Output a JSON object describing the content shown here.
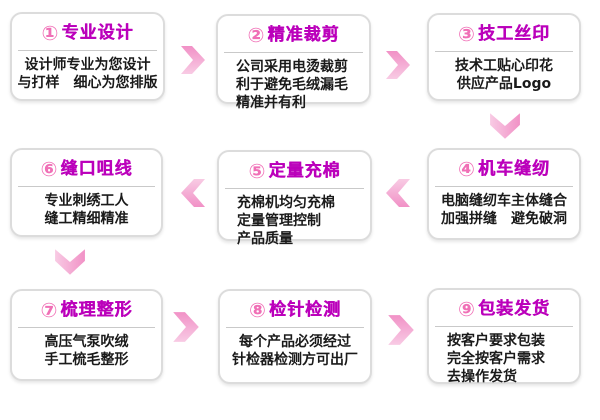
{
  "diagram_title": "production-process-flow",
  "steps": [
    {
      "num": "①",
      "title": "专业设计",
      "lines": [
        "设计师专业为您设计",
        "与打样　细心为您排版"
      ]
    },
    {
      "num": "②",
      "title": "精准裁剪",
      "lines": [
        "公司采用电烫裁剪",
        "利于避免毛绒漏毛",
        "精准并有利"
      ]
    },
    {
      "num": "③",
      "title": "技工丝印",
      "lines": [
        "技术工贴心印花",
        "供应产品Logo"
      ]
    },
    {
      "num": "④",
      "title": "机车缝纫",
      "lines": [
        "电脑缝纫车主体缝合",
        "加强拼缝　避免破洞"
      ]
    },
    {
      "num": "⑤",
      "title": "定量充棉",
      "lines": [
        "充棉机均匀充棉",
        "定量管理控制",
        "产品质量"
      ]
    },
    {
      "num": "⑥",
      "title": "缝口咀线",
      "lines": [
        "专业刺绣工人",
        "缝工精细精准"
      ]
    },
    {
      "num": "⑦",
      "title": "梳理整形",
      "lines": [
        "高压气泵吹绒",
        "手工梳毛整形"
      ]
    },
    {
      "num": "⑧",
      "title": "检针检测",
      "lines": [
        "每个产品必须经过",
        "针检器检测方可出厂"
      ]
    },
    {
      "num": "⑨",
      "title": "包装发货",
      "lines": [
        "按客户要求包装",
        "完全按客户需求",
        "去操作发货"
      ]
    }
  ],
  "flow_order": "1→2→3↓4→5→6↓7→8→9 (serpentine: row2 reads right-to-left)",
  "colors": {
    "title_magenta": "#BB00BB",
    "badge_pink": "#F06FB6",
    "arrow_pink_dark": "#F191C6",
    "arrow_pink_light": "#F8CBE4",
    "body_text": "#1A1A1A",
    "card_border": "#DCDCDC",
    "divider_gray": "#C9C9C9"
  }
}
